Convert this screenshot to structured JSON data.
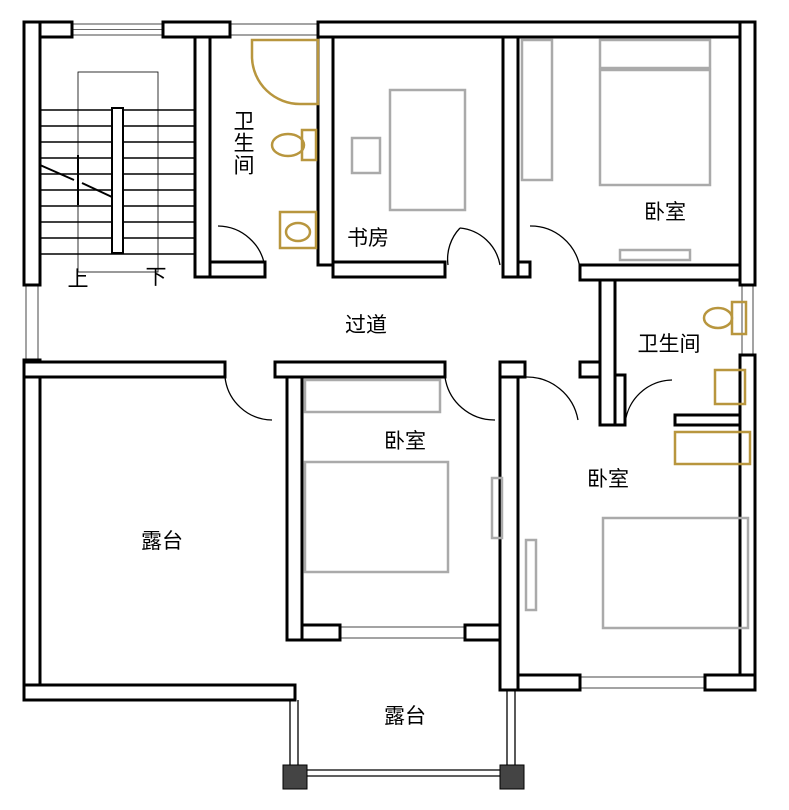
{
  "rooms": {
    "bathroom_1": "卫生间",
    "study": "书房",
    "bedroom_1": "卧室",
    "corridor": "过道",
    "bathroom_2": "卫生间",
    "bedroom_2": "卧室",
    "bedroom_3": "卧室",
    "terrace_1": "露台",
    "terrace_2": "露台"
  },
  "stairs": {
    "up": "上",
    "down": "下"
  },
  "colors": {
    "wall": "#000000",
    "furniture": "#aaaaaa",
    "fixture_accent": "#b8963e"
  }
}
